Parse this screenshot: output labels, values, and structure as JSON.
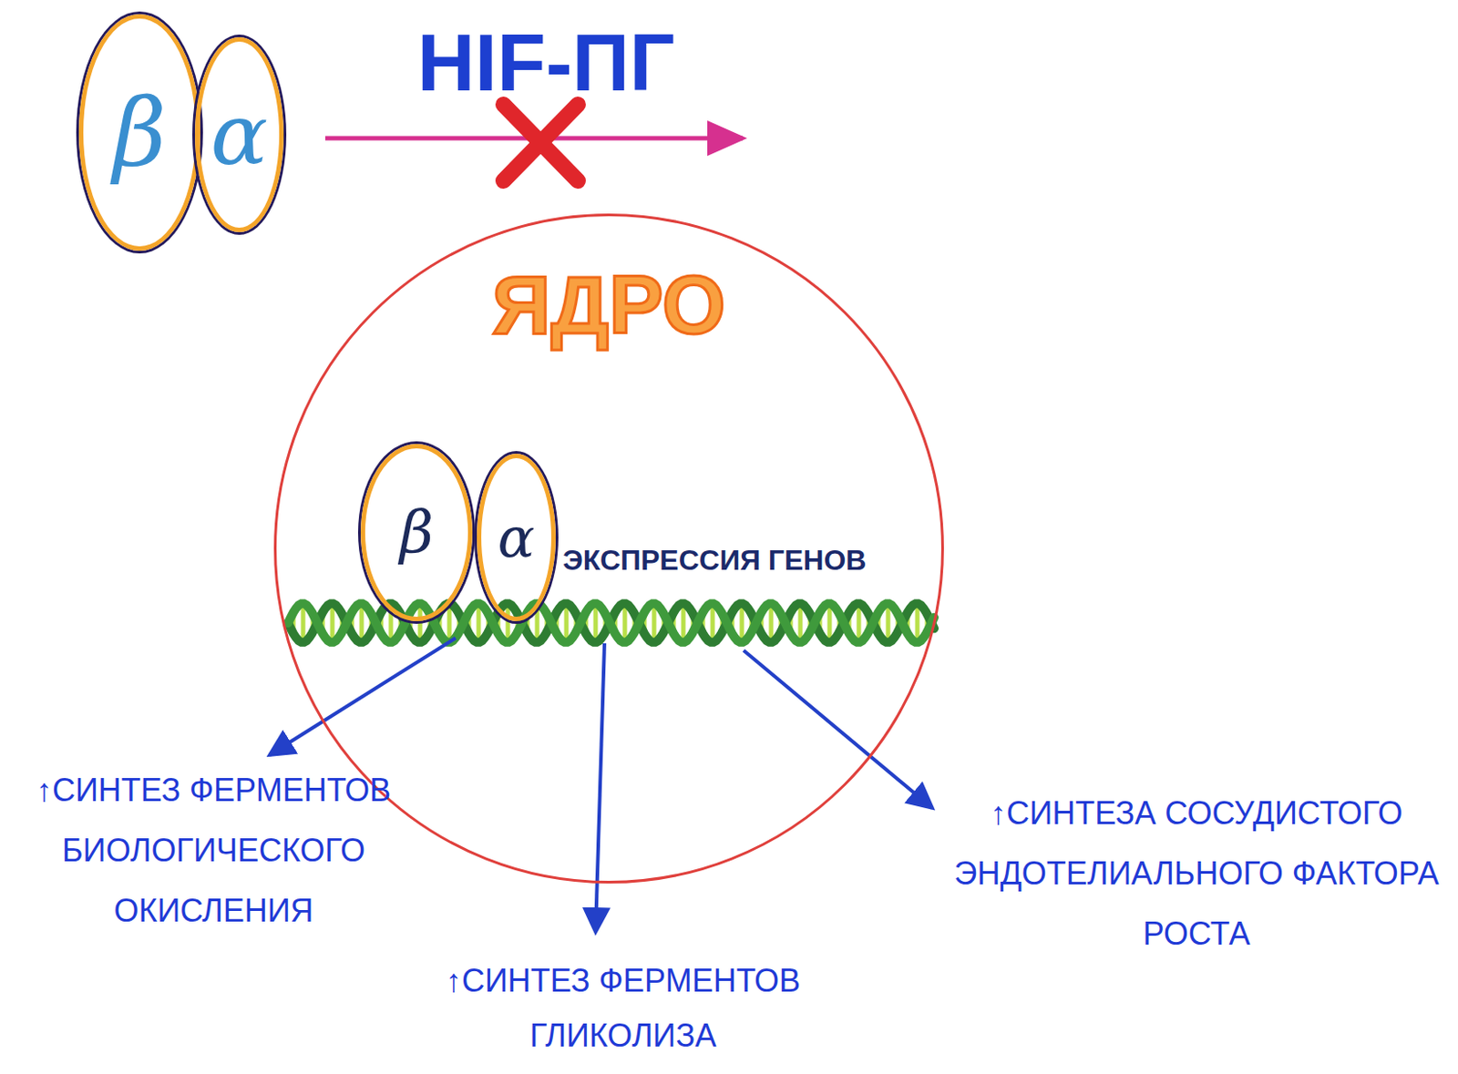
{
  "diagram": {
    "title": "HIF-ПГ",
    "nodes": [
      {
        "text": [
          "β"
        ]
      },
      {
        "text": [
          "α"
        ]
      },
      {
        "text": [
          "ЯДРО"
        ]
      },
      {
        "text": [
          "β"
        ],
        "in": 2
      },
      {
        "text": [
          "α"
        ],
        "in": 2
      }
    ],
    "labels": [
      "ЭКСПРЕССИЯ ГЕНОВ",
      "↑СИНТЕЗ ФЕРМЕНТОВ БИОЛОГИЧЕСКОГО ОКИСЛЕНИЯ",
      "↑СИНТЕЗ ФЕРМЕНТОВ ГЛИКОЛИЗА",
      "↑СИНТЕЗА СОСУДИСТОГО ЭНДОТЕЛИАЛЬНОГО ФАКТОРА РОСТА"
    ]
  }
}
